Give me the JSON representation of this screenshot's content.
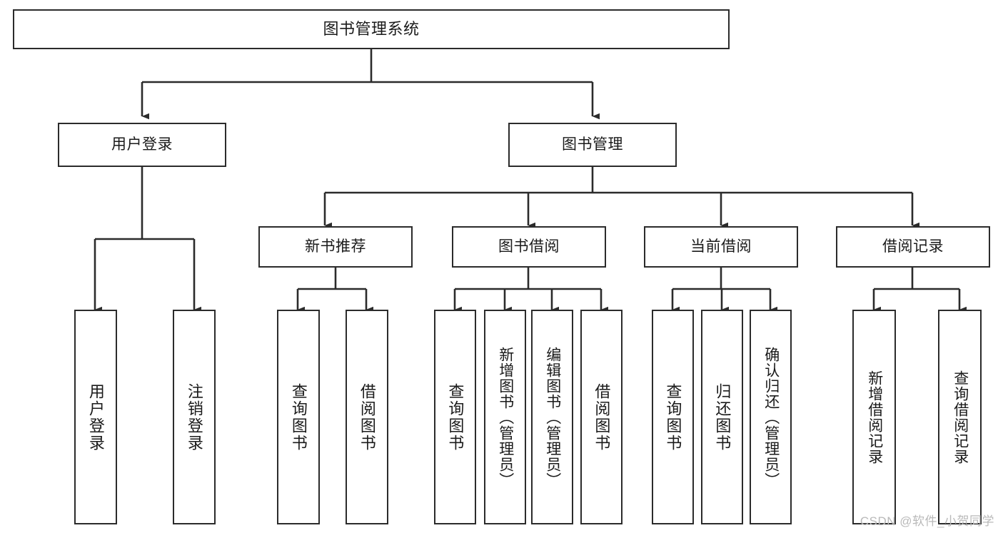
{
  "diagram": {
    "type": "tree-hierarchy-chart",
    "title": "图书管理系统",
    "root": {
      "label": "图书管理系统"
    },
    "level2": [
      {
        "id": "user-login",
        "label": "用户登录"
      },
      {
        "id": "book-management",
        "label": "图书管理"
      }
    ],
    "level3": [
      {
        "id": "new-book-recommend",
        "label": "新书推荐",
        "parent": "book-management"
      },
      {
        "id": "book-borrow",
        "label": "图书借阅",
        "parent": "book-management"
      },
      {
        "id": "current-borrow",
        "label": "当前借阅",
        "parent": "book-management"
      },
      {
        "id": "borrow-record",
        "label": "借阅记录",
        "parent": "book-management"
      }
    ],
    "leaves": [
      {
        "id": "leaf-user-login",
        "label": "用户登录",
        "parent": "user-login"
      },
      {
        "id": "leaf-logout-login",
        "label": "注销登录",
        "parent": "user-login"
      },
      {
        "id": "leaf-query-book-1",
        "label": "查询图书",
        "parent": "new-book-recommend"
      },
      {
        "id": "leaf-borrow-book-1",
        "label": "借阅图书",
        "parent": "new-book-recommend"
      },
      {
        "id": "leaf-query-book-2",
        "label": "查询图书",
        "parent": "book-borrow"
      },
      {
        "id": "leaf-add-book-admin",
        "label": "新增图书（管理员）",
        "parent": "book-borrow"
      },
      {
        "id": "leaf-edit-book-admin",
        "label": "编辑图书（管理员）",
        "parent": "book-borrow"
      },
      {
        "id": "leaf-borrow-book-2",
        "label": "借阅图书",
        "parent": "book-borrow"
      },
      {
        "id": "leaf-query-book-3",
        "label": "查询图书",
        "parent": "current-borrow"
      },
      {
        "id": "leaf-return-book",
        "label": "归还图书",
        "parent": "current-borrow"
      },
      {
        "id": "leaf-confirm-return-admin",
        "label": "确认归还（管理员）",
        "parent": "current-borrow"
      },
      {
        "id": "leaf-add-borrow-record",
        "label": "新增借阅记录",
        "parent": "borrow-record"
      },
      {
        "id": "leaf-query-borrow-record",
        "label": "查询借阅记录",
        "parent": "borrow-record"
      }
    ],
    "watermark": "CSDN @软件_小贺同学",
    "colors": {
      "stroke": "#2b2b2b",
      "fill": "#ffffff",
      "text": "#1a1a1a",
      "watermark": "#b9b9b9"
    }
  }
}
